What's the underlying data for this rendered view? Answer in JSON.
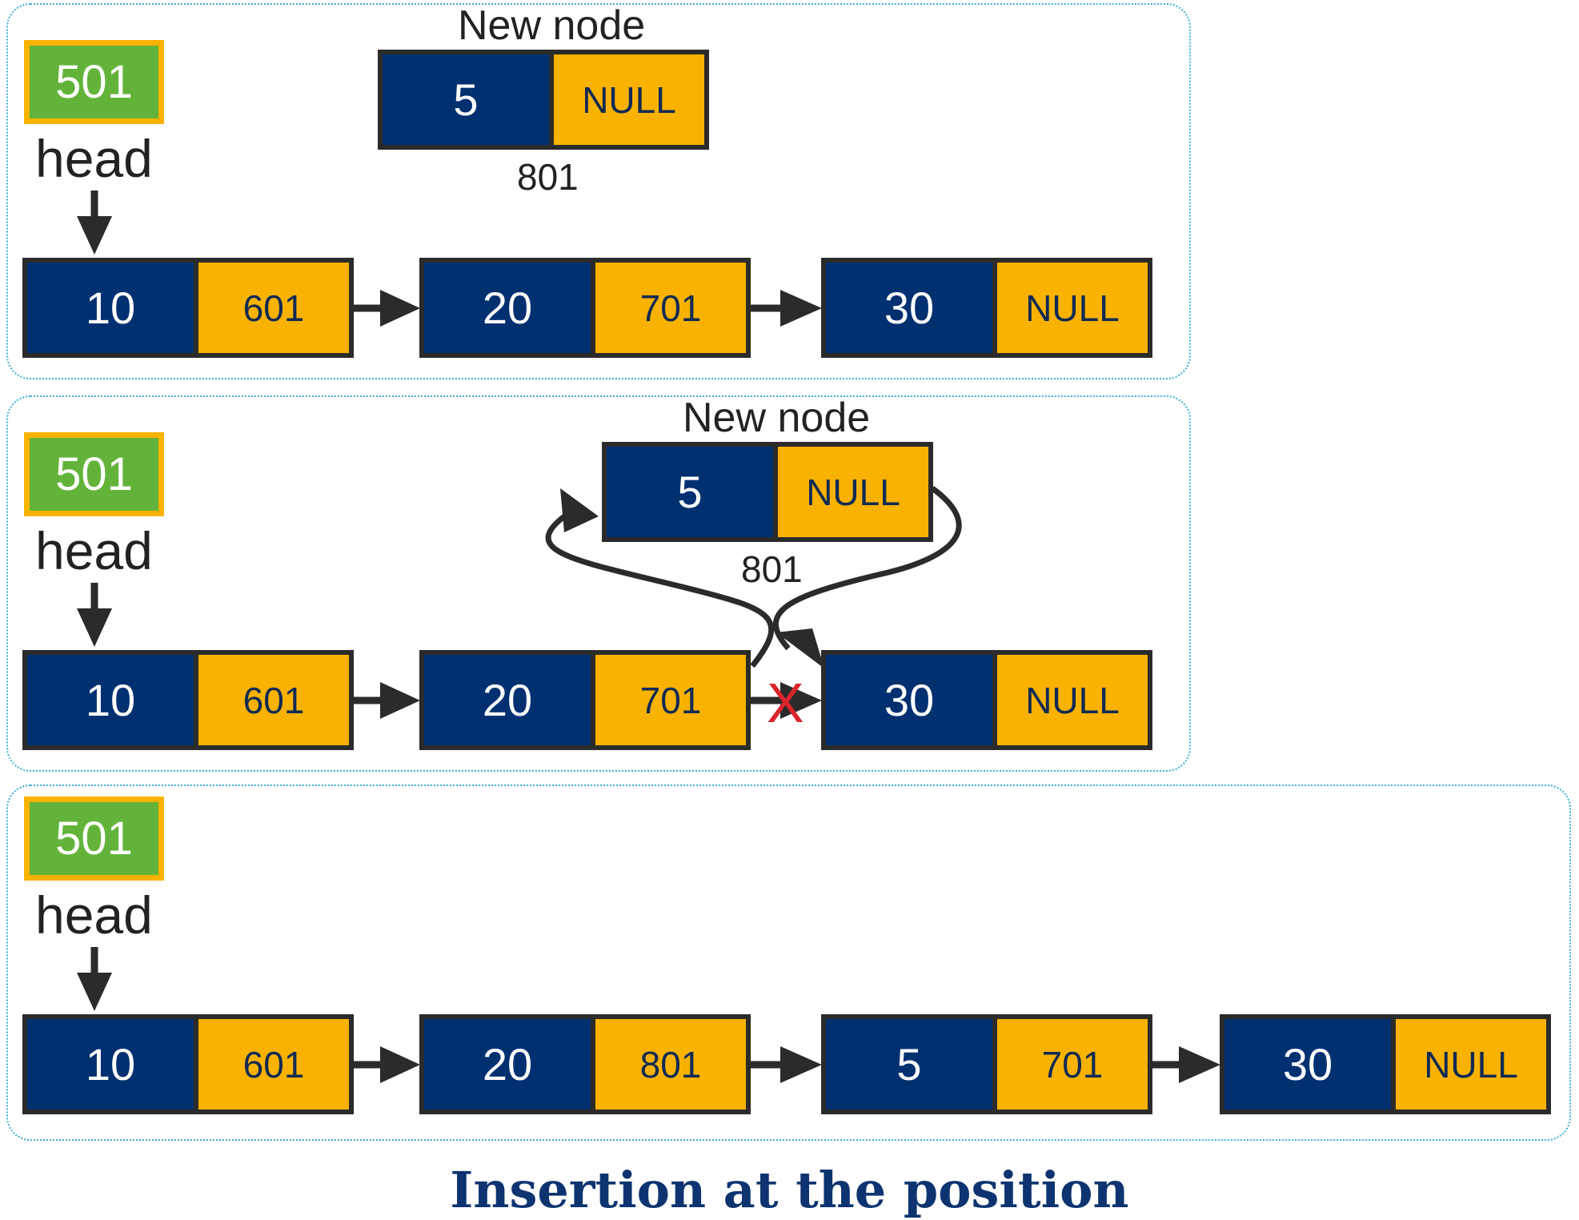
{
  "colors": {
    "data_cell": "#003070",
    "pointer_cell": "#f9b200",
    "head_fill": "#63b33b",
    "border": "#2b2b2b",
    "panel_border": "#3fb0d6",
    "cross": "#d8262c",
    "title": "#0d3470"
  },
  "panel1": {
    "head": {
      "value": "501",
      "label": "head"
    },
    "new_node": {
      "label": "New node",
      "data": "5",
      "next": "NULL",
      "address": "801"
    },
    "nodes": [
      {
        "data": "10",
        "next": "601"
      },
      {
        "data": "20",
        "next": "701"
      },
      {
        "data": "30",
        "next": "NULL"
      }
    ]
  },
  "panel2": {
    "head": {
      "value": "501",
      "label": "head"
    },
    "new_node": {
      "label": "New node",
      "data": "5",
      "next": "NULL",
      "address": "801"
    },
    "nodes": [
      {
        "data": "10",
        "next": "601"
      },
      {
        "data": "20",
        "next": "701"
      },
      {
        "data": "30",
        "next": "NULL"
      }
    ],
    "removed_link_marker": "X"
  },
  "panel3": {
    "head": {
      "value": "501",
      "label": "head"
    },
    "nodes": [
      {
        "data": "10",
        "next": "601"
      },
      {
        "data": "20",
        "next": "801"
      },
      {
        "data": "5",
        "next": "701"
      },
      {
        "data": "30",
        "next": "NULL"
      }
    ]
  },
  "title": "Insertion at the position"
}
